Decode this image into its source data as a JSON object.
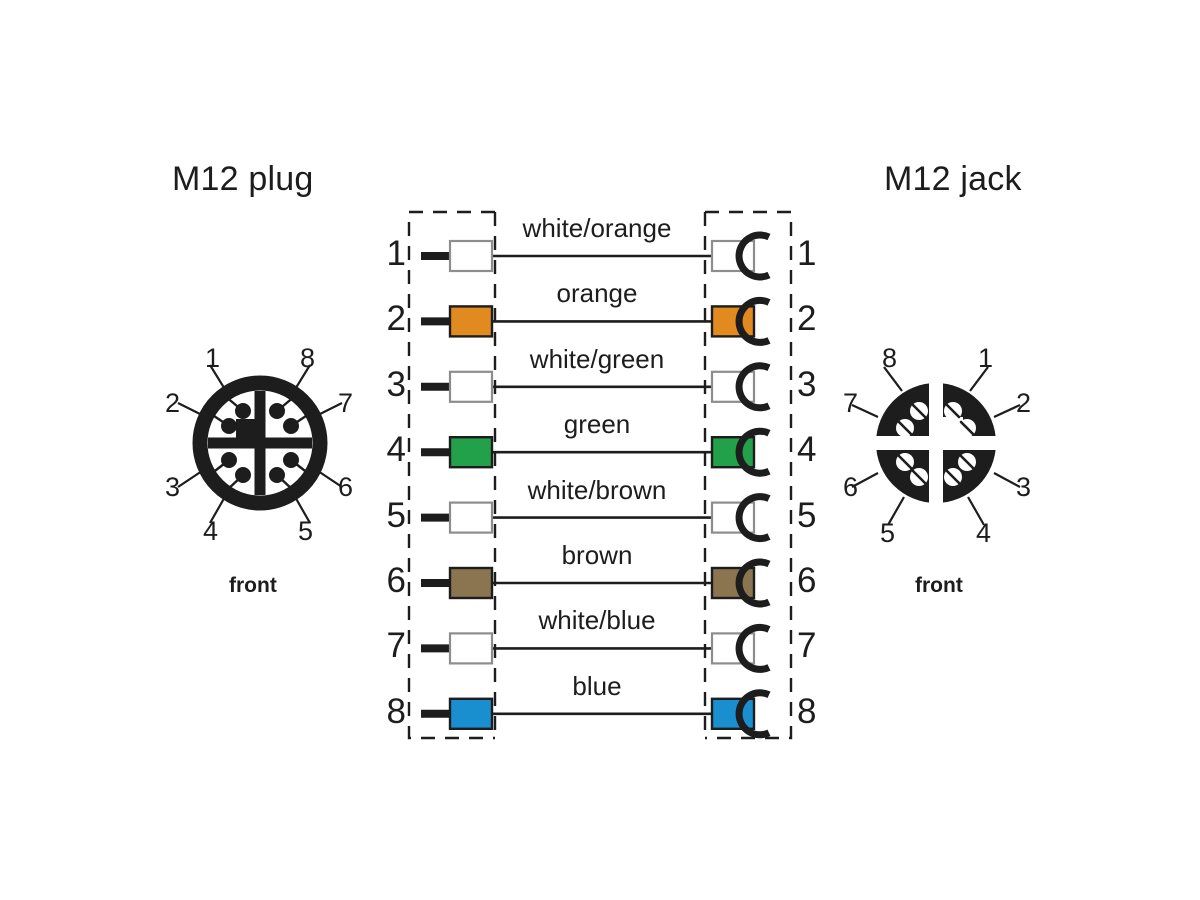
{
  "diagram": {
    "title_left": "M12 plug",
    "title_right": "M12 jack",
    "front_label_left": "front",
    "front_label_right": "front",
    "colors": {
      "white": "#ffffff",
      "orange": "#e08a20",
      "green": "#23a04a",
      "brown": "#8a7550",
      "blue": "#1a8fd0",
      "outline": "#1d1d1d",
      "background": "#ffffff"
    },
    "rows": [
      {
        "left_pin": "1",
        "right_pin": "1",
        "label": "white/orange",
        "color_name": "white",
        "color": "#ffffff"
      },
      {
        "left_pin": "2",
        "right_pin": "2",
        "label": "orange",
        "color_name": "orange",
        "color": "#e08a20"
      },
      {
        "left_pin": "3",
        "right_pin": "3",
        "label": "white/green",
        "color_name": "white",
        "color": "#ffffff"
      },
      {
        "left_pin": "4",
        "right_pin": "4",
        "label": "green",
        "color_name": "green",
        "color": "#23a04a"
      },
      {
        "left_pin": "5",
        "right_pin": "5",
        "label": "white/brown",
        "color_name": "white",
        "color": "#ffffff"
      },
      {
        "left_pin": "6",
        "right_pin": "6",
        "label": "brown",
        "color_name": "brown",
        "color": "#8a7550"
      },
      {
        "left_pin": "7",
        "right_pin": "7",
        "label": "white/blue",
        "color_name": "white",
        "color": "#ffffff"
      },
      {
        "left_pin": "8",
        "right_pin": "8",
        "label": "blue",
        "color_name": "blue",
        "color": "#1a8fd0"
      }
    ],
    "plug_contacts": {
      "caption": "front",
      "numbers": [
        "1",
        "2",
        "3",
        "4",
        "5",
        "6",
        "7",
        "8"
      ]
    },
    "jack_contacts": {
      "caption": "front",
      "numbers": [
        "1",
        "2",
        "3",
        "4",
        "5",
        "6",
        "7",
        "8"
      ]
    }
  }
}
